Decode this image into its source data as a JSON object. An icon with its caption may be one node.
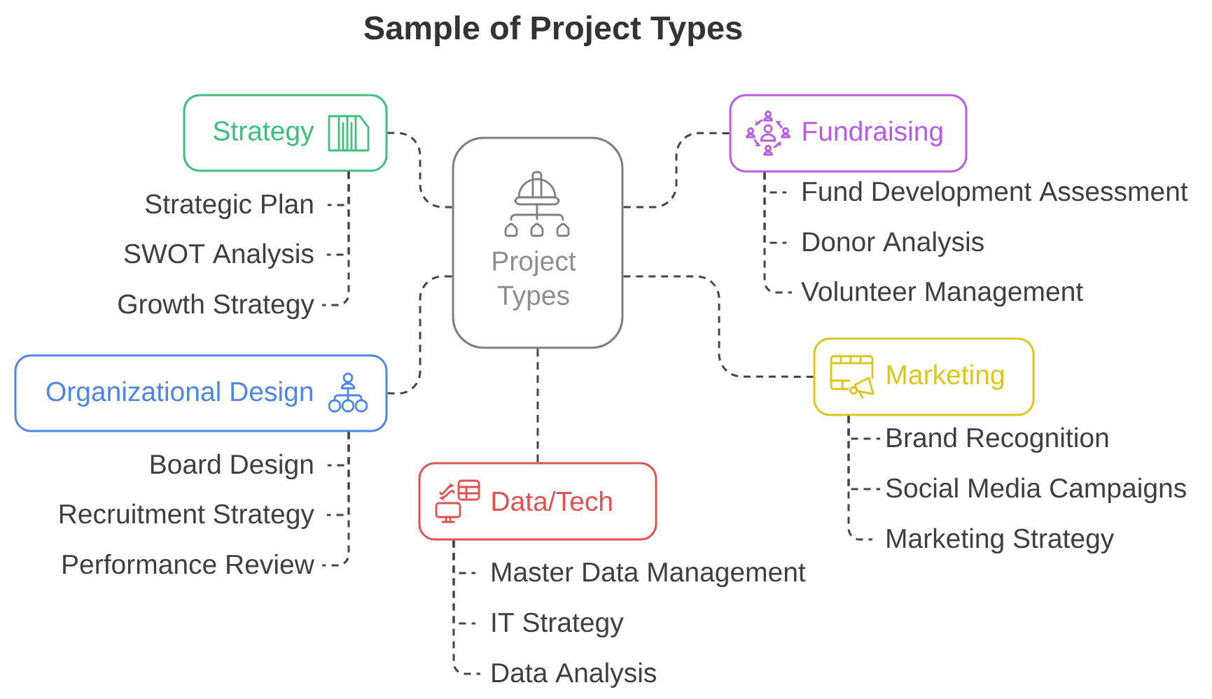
{
  "diagram": {
    "title": "Sample of Project Types",
    "nodes": [
      {
        "text": [
          "Project Types"
        ]
      },
      {
        "text": [
          "Strategy"
        ]
      },
      {
        "text": [
          "Strategic Plan"
        ]
      },
      {
        "text": [
          "SWOT Analysis"
        ]
      },
      {
        "text": [
          "Growth Strategy"
        ]
      },
      {
        "text": [
          "Fundraising"
        ]
      },
      {
        "text": [
          "Fund Development Assessment"
        ]
      },
      {
        "text": [
          "Donor Analysis"
        ]
      },
      {
        "text": [
          "Volunteer Management"
        ]
      },
      {
        "text": [
          "Organizational Design"
        ]
      },
      {
        "text": [
          "Board Design"
        ]
      },
      {
        "text": [
          "Recruitment Strategy"
        ]
      },
      {
        "text": [
          "Performance Review"
        ]
      },
      {
        "text": [
          "Marketing"
        ]
      },
      {
        "text": [
          "Brand Recognition"
        ]
      },
      {
        "text": [
          "Social Media Campaigns"
        ]
      },
      {
        "text": [
          "Marketing Strategy"
        ]
      },
      {
        "text": [
          "Data/Tech"
        ]
      },
      {
        "text": [
          "Master Data Management"
        ]
      },
      {
        "text": [
          "IT Strategy"
        ]
      },
      {
        "text": [
          "Data Analysis"
        ]
      }
    ],
    "edges": [
      {
        "from": 0,
        "to": 1,
        "arrow": "none",
        "style": "dashed"
      },
      {
        "from": 0,
        "to": 5,
        "arrow": "none",
        "style": "dashed"
      },
      {
        "from": 0,
        "to": 9,
        "arrow": "none",
        "style": "dashed"
      },
      {
        "from": 0,
        "to": 13,
        "arrow": "none",
        "style": "dashed"
      },
      {
        "from": 0,
        "to": 17,
        "arrow": "none",
        "style": "dashed"
      },
      {
        "from": 1,
        "to": 2,
        "arrow": "none",
        "style": "dashed"
      },
      {
        "from": 1,
        "to": 3,
        "arrow": "none",
        "style": "dashed"
      },
      {
        "from": 1,
        "to": 4,
        "arrow": "none",
        "style": "dashed"
      },
      {
        "from": 5,
        "to": 6,
        "arrow": "none",
        "style": "dashed"
      },
      {
        "from": 5,
        "to": 7,
        "arrow": "none",
        "style": "dashed"
      },
      {
        "from": 5,
        "to": 8,
        "arrow": "none",
        "style": "dashed"
      },
      {
        "from": 9,
        "to": 10,
        "arrow": "none",
        "style": "dashed"
      },
      {
        "from": 9,
        "to": 11,
        "arrow": "none",
        "style": "dashed"
      },
      {
        "from": 9,
        "to": 12,
        "arrow": "none",
        "style": "dashed"
      },
      {
        "from": 13,
        "to": 14,
        "arrow": "none",
        "style": "dashed"
      },
      {
        "from": 13,
        "to": 15,
        "arrow": "none",
        "style": "dashed"
      },
      {
        "from": 13,
        "to": 16,
        "arrow": "none",
        "style": "dashed"
      },
      {
        "from": 17,
        "to": 18,
        "arrow": "none",
        "style": "dashed"
      },
      {
        "from": 17,
        "to": 19,
        "arrow": "none",
        "style": "dashed"
      },
      {
        "from": 17,
        "to": 20,
        "arrow": "none",
        "style": "dashed"
      }
    ]
  }
}
